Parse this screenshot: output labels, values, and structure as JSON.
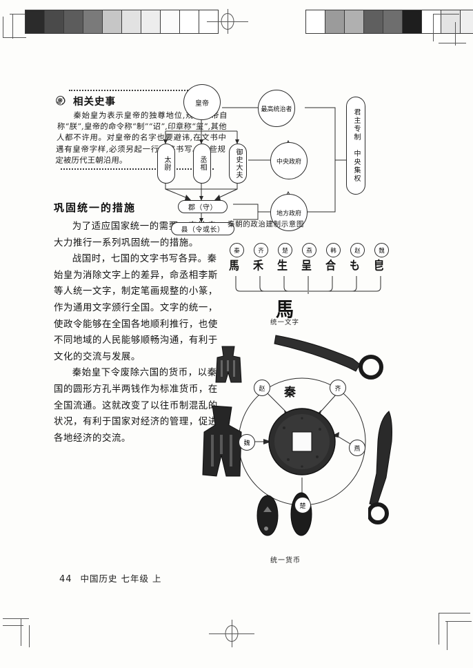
{
  "page": {
    "number": "44",
    "book_title": "中国历史 七年级 上"
  },
  "note": {
    "icon": "spiral-dragon-icon",
    "title": "相关史事",
    "body": "秦始皇为表示皇帝的独尊地位,规定皇帝自称“朕”,皇帝的命令称“制”“诏”,印章称“玺”,其他人都不许用。对皇帝的名字也要避讳,在文书中遇有皇帝字样,必须另起一行顶格书写。这些规定被历代王朝沿用。"
  },
  "section": {
    "title": "巩固统一的措施",
    "paragraphs": [
      "为了适应国家统一的需要，秦始皇大力推行一系列巩固统一的措施。",
      "战国时，七国的文字书写各异。秦始皇为消除文字上的差异，命丞相李斯等人统一文字，制定笔画规整的小篆，作为通用文字颁行全国。文字的统一，使政令能够在全国各地顺利推行，也使不同地域的人民能够顺畅沟通，有利于文化的交流与发展。",
      "秦始皇下令废除六国的货币，以秦国的圆形方孔半两钱作为标准货币，在全国流通。这就改变了以往币制混乱的状况，有利于国家对经济的管理，促进各地经济的交流。"
    ]
  },
  "diagram": {
    "caption": "秦朝的政治建制示意图",
    "nodes": {
      "emperor": "皇帝",
      "taiwei": "太尉",
      "chengxiang": "丞相",
      "yushidafu": "御史大夫",
      "jun": "郡（守）",
      "xian": "县（令或长）",
      "supreme_ruler": "最高统治者",
      "central_gov": "中央政府",
      "local_gov": "地方政府",
      "summary": "君主专制　中央集权"
    }
  },
  "char_figure": {
    "states": [
      "秦",
      "齐",
      "楚",
      "燕",
      "韩",
      "赵",
      "魏"
    ],
    "variant_glyphs": [
      "馬",
      "禾",
      "生",
      "呈",
      "合",
      "も",
      "皀"
    ],
    "unified_glyph": "馬",
    "caption": "统一文字"
  },
  "currency_figure": {
    "center_label": "秦",
    "states": [
      "赵",
      "齐",
      "燕",
      "楚",
      "魏"
    ],
    "caption": "统一货币",
    "artifacts": [
      "spade-coin-bu-bi",
      "spade-coin-bu-bi-large",
      "knife-coin-dao-bi-top",
      "knife-coin-dao-bi-bottom",
      "ant-nose-coin-left",
      "ant-nose-coin-right",
      "round-coin-ban-liang"
    ]
  },
  "calibration": {
    "left_strip_swatches": [
      "#2b2b2b",
      "#4a4a4a",
      "#5c5c5c",
      "#7a7a7a",
      "#c6c6c6",
      "#e2e2e2",
      "#ededed",
      "#fbfbfb",
      "#ffffff",
      "#ffffff"
    ],
    "right_strip_swatches": [
      "#ffffff",
      "#9b9b9b",
      "#b0b0b0",
      "#5f5f5f",
      "#6e6e6e",
      "#1e1e1e",
      "#ffffff",
      "#e4e4e4",
      "#efefef",
      "#d9d9d9"
    ]
  }
}
